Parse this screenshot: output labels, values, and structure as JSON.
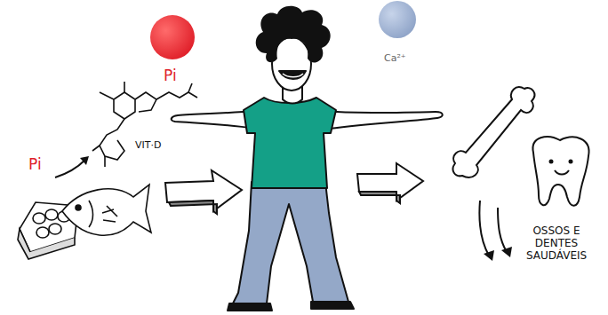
{
  "diagram": {
    "labels": [
      "Pi",
      "Ca²⁺",
      "VIT·D",
      "Pi",
      "OSSOS E DENTES SAUDÁVEIS"
    ]
  }
}
